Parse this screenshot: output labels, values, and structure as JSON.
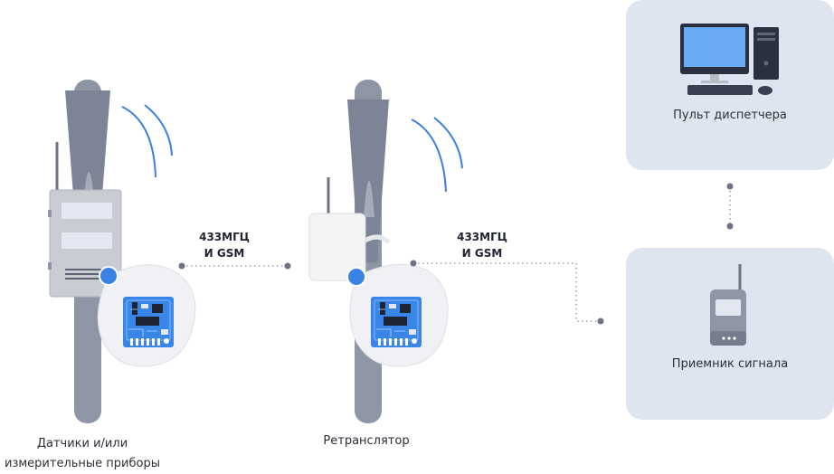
{
  "nodes": {
    "sensors": {
      "label_line1": "Датчики и/или",
      "label_line2": "измерительные приборы"
    },
    "repeater": {
      "label": "Ретранслятор"
    },
    "dispatcher": {
      "label": "Пульт диспетчера"
    },
    "receiver": {
      "label": "Приемник сигнала"
    }
  },
  "links": [
    {
      "from": "sensors",
      "to": "repeater",
      "line1": "433МГЦ",
      "line2": "И GSM"
    },
    {
      "from": "repeater",
      "to": "receiver",
      "line1": "433МГЦ",
      "line2": "И GSM"
    }
  ],
  "colors": {
    "panel": "#dfe5f0",
    "pole": "#8e96a6",
    "device": "#c9ccd3",
    "accent": "#3b82e6",
    "board": "#3a86e8",
    "signal": "#3b7fe0"
  }
}
